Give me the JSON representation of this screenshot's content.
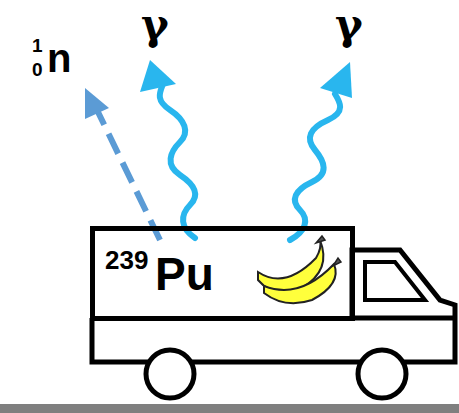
{
  "diagram": {
    "nodes": [
      {
        "text": [
          "239",
          "Pu"
        ]
      }
    ],
    "labels": [
      "1",
      "0",
      "n",
      "γ",
      "γ"
    ]
  }
}
